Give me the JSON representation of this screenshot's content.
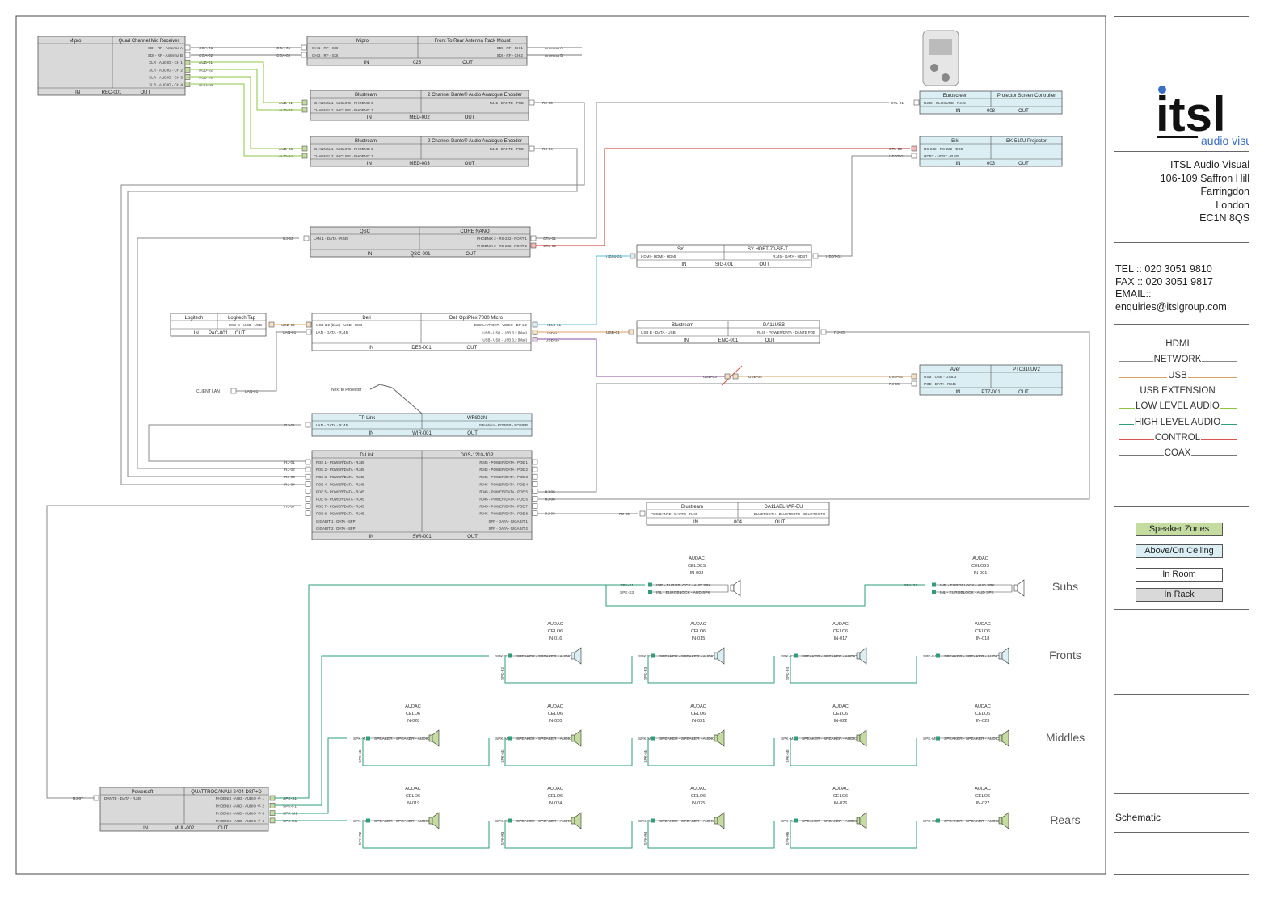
{
  "company": {
    "logo_text": "itsl",
    "logo_sub": "audio visual",
    "name": "ITSL Audio Visual",
    "address1": "106-109 Saffron Hill",
    "address2": "Farringdon",
    "address3": "London",
    "postcode": "EC1N 8QS",
    "tel": "TEL :: 020 3051 9810",
    "fax": "FAX :: 020 3051 9817",
    "email_label": "EMAIL::",
    "email": "enquiries@itslgroup.com"
  },
  "legend": [
    {
      "label": "HDMI",
      "color": "#5bbcd6"
    },
    {
      "label": "NETWORK",
      "color": "#888888"
    },
    {
      "label": "USB",
      "color": "#d9a15f"
    },
    {
      "label": "USB EXTENSION",
      "color": "#8a4d9c"
    },
    {
      "label": "LOW LEVEL AUDIO",
      "color": "#8dc63f"
    },
    {
      "label": "HIGH LEVEL AUDIO",
      "color": "#2e9e7d"
    },
    {
      "label": "CONTROL",
      "color": "#d9534f"
    },
    {
      "label": "COAX",
      "color": "#777777"
    }
  ],
  "zones": [
    {
      "label": "Speaker Zones",
      "fill": "#c5dca0"
    },
    {
      "label": "Above/On Ceiling",
      "fill": "#daeef3"
    },
    {
      "label": "In Room",
      "fill": "#ffffff"
    },
    {
      "label": "In Rack",
      "fill": "#d9d9d9"
    }
  ],
  "sheet_title": "Schematic",
  "zone_labels": [
    "Subs",
    "Fronts",
    "Middles",
    "Rears"
  ],
  "devices": [
    {
      "brand": "Mipro",
      "model": "Quad Channel Mic Receiver",
      "id": "REC-001",
      "io": [
        "IN",
        "OUT"
      ],
      "ports": [
        "SDI - RF - Antenna A",
        "SDI - RF - Antenna B",
        "XLR - AUDIO - CH 1",
        "XLR - AUDIO - CH 2",
        "XLR - AUDIO - CH 3",
        "XLR - AUDIO - CH 4"
      ],
      "tags": [
        "COA-01",
        "COA-02",
        "AUD-01",
        "AUD-02",
        "AUD-03",
        "AUD-04"
      ]
    },
    {
      "brand": "Mipro",
      "model": "Front To Rear Antenna Rack Mount",
      "id": "025",
      "io": [
        "IN",
        "OUT"
      ],
      "in_ports": [
        "CH 1 - RF - SDI",
        "CH 2 - RF - SDI"
      ],
      "in_tags": [
        "COA-01",
        "COA-02"
      ],
      "out_ports": [
        "SDI - RF - CH 1",
        "SDI - RF - CH 2"
      ],
      "out_tags": [
        "Antenna A",
        "Antenna B"
      ]
    },
    {
      "brand": "Blustream",
      "model": "2 Channel Dante® Audio Analogue Encoder",
      "id": "MED-002",
      "io": [
        "IN",
        "OUT"
      ],
      "in_ports": [
        "CHANNEL 1 - MICLINE - PHOENIX 3",
        "CHANNEL 2 - MICLINE - PHOENIX 3"
      ],
      "in_tags": [
        "AUD-01",
        "AUD-02"
      ],
      "out_ports": [
        "RJ45 - DANTE - POE"
      ],
      "out_tags": [
        "RJ-03"
      ]
    },
    {
      "brand": "Blustream",
      "model": "2 Channel Dante® Audio Analogue Encoder",
      "id": "MED-003",
      "io": [
        "IN",
        "OUT"
      ],
      "in_ports": [
        "CHANNEL 1 - MICLINE - PHOENIX 3",
        "CHANNEL 2 - MICLINE - PHOENIX 3"
      ],
      "in_tags": [
        "AUD-03",
        "AUD-04"
      ],
      "out_ports": [
        "RJ45 - DANTE - POE"
      ],
      "out_tags": [
        "RJ-04"
      ]
    },
    {
      "brand": "QSC",
      "model": "CORE NANO",
      "id": "QSC-001",
      "io": [
        "IN",
        "OUT"
      ],
      "in_ports": [
        "LAN 1 - DATA - RJ45"
      ],
      "in_tags": [
        "RJ-02"
      ],
      "out_ports": [
        "PHOENIX 3 - RS-232 - PORT 1",
        "PHOENIX 3 - RS-232 - PORT 2"
      ],
      "out_tags": [
        "CTL-01",
        "CTL-02"
      ]
    },
    {
      "brand": "Logitech",
      "model": "Logitech Tap",
      "id": "PAC-001",
      "io": [
        "IN",
        "OUT"
      ],
      "out_ports": [
        "USB-C - USB - USB"
      ],
      "out_tags": [
        "USB-02"
      ]
    },
    {
      "brand": "Dell",
      "model": "Dell OptiPlex 7080 Micro",
      "id": "DES-001",
      "io": [
        "IN",
        "OUT"
      ],
      "in_ports": [
        "USB 3.2 (blue) - USB - USB",
        "LAN - DATA - RJ45"
      ],
      "in_tags": [
        "USB-02",
        "LAN-01"
      ],
      "out_ports": [
        "DISPLAYPORT - VIDEO - DP 1.2",
        "USB - USB - USB 3.2 (blue)",
        "USB - USB - USB 3.2 (blue)"
      ],
      "out_tags": [
        "HDMI-01",
        "USB-01",
        "USB-03"
      ]
    },
    {
      "brand": "SY",
      "model": "SY HDBT-70-SE-T",
      "id": "SIG-001",
      "io": [
        "IN",
        "OUT"
      ],
      "in_ports": [
        "HDMI - HDMI - HDMI"
      ],
      "in_tags": [
        "HDMI-01"
      ],
      "out_ports": [
        "RJ45 - DATA - HDBT"
      ],
      "out_tags": [
        "HDBT-01"
      ]
    },
    {
      "brand": "Blustream",
      "model": "DA11USB",
      "id": "ENC-001",
      "io": [
        "IN",
        "OUT"
      ],
      "in_ports": [
        "USB B - DATA - USB"
      ],
      "in_tags": [
        "USB-01"
      ],
      "out_ports": [
        "RJ45 - POWER/DATA - DANTE POE"
      ],
      "out_tags": [
        "RJ-05"
      ]
    },
    {
      "brand": "Euroscreen",
      "model": "Projector Screen Controller",
      "id": "008",
      "io": [
        "IN",
        "OUT"
      ],
      "in_ports": [
        "RJ45 - CLOSURE - RJ45"
      ],
      "in_tags": [
        "CTL-01"
      ]
    },
    {
      "brand": "Eiki",
      "model": "EK-510U Projector",
      "id": "003",
      "io": [
        "IN",
        "OUT"
      ],
      "in_ports": [
        "RS-232 - RS-232 - DB9",
        "HDBT - HDBT - RJ45"
      ],
      "in_tags": [
        "CTL-02",
        "HDBT-01"
      ]
    },
    {
      "brand": "Aver",
      "model": "PTC310UV2",
      "id": "PTZ-001",
      "io": [
        "IN",
        "OUT"
      ],
      "in_ports": [
        "USB - USB - USB 3",
        "POE - DATA - RJ45"
      ],
      "in_tags": [
        "USB-04",
        "RJ-05"
      ]
    },
    {
      "brand": "TP Link",
      "model": "WR802N",
      "id": "WIR-001",
      "io": [
        "IN",
        "OUT"
      ],
      "in_ports": [
        "LAN - DATA - RJ45"
      ],
      "in_tags": [
        "RJ-01"
      ],
      "out_ports": [
        "USB-Micro - POWER - POWER"
      ]
    },
    {
      "brand": "D-Link",
      "model": "DGS-1210-10P",
      "id": "SWI-001",
      "io": [
        "IN",
        "OUT"
      ],
      "in_ports": [
        "POE 1 - POWER/DATA - RJ45",
        "POE 2 - POWER/DATA - RJ45",
        "POE 3 - POWER/DATA - RJ45",
        "POE 4 - POWER/DATA - RJ45",
        "POE 5 - POWER/DATA - RJ45",
        "POE 6 - POWER/DATA - RJ45",
        "POE 7 - POWER/DATA - RJ45",
        "POE 8 - POWER/DATA - RJ45",
        "GIGABIT 1 - DATA - SFP",
        "GIGABIT 2 - DATA - SFP"
      ],
      "in_tags": [
        "RJ-01",
        "RJ-02",
        "RJ-03",
        "RJ-04",
        "",
        "",
        "RJ-07",
        ""
      ],
      "out_ports": [
        "RJ45 - POWER/DATA - POE 1",
        "RJ45 - POWER/DATA - POE 2",
        "RJ45 - POWER/DATA - POE 3",
        "RJ45 - POWER/DATA - POE 4",
        "RJ45 - POWER/DATA - POE 5",
        "RJ45 - POWER/DATA - POE 6",
        "RJ45 - POWER/DATA - POE 7",
        "RJ45 - POWER/DATA - POE 8",
        "SFP - DATA - GIGABIT 1",
        "SFP - DATA - GIGABIT 2"
      ],
      "out_tags": [
        "",
        "",
        "",
        "",
        "RJ-05",
        "RJ-06",
        "",
        "RJ-08"
      ]
    },
    {
      "brand": "Blustream",
      "model": "DA11ABL-WP-EU",
      "id": "004",
      "io": [
        "IN",
        "OUT"
      ],
      "in_ports": [
        "POE/DANTE - DANTE - RJ45"
      ],
      "in_tags": [
        "RJ-08"
      ],
      "out_ports": [
        "BLUETOOTH - BLUETOOTH - BLUETOOTH"
      ]
    },
    {
      "brand": "Powersoft",
      "model": "QUATTROCANALI 2404 DSP+D",
      "id": "MUL-002",
      "io": [
        "IN",
        "OUT"
      ],
      "in_ports": [
        "DANTE - DATA - RJ45"
      ],
      "in_tags": [
        "RJ-07"
      ],
      "out_ports": [
        "PHOENIX - AUD - AUDIO +/- 1",
        "PHOENIX - AUD - AUDIO +/- 2",
        "PHOENIX - AUD - AUDIO +/- 3",
        "PHOENIX - AUD - AUDIO +/- 4"
      ],
      "out_tags": [
        "SPK-S1",
        "SPK-F1",
        "SPK-M1",
        "SPK-R1"
      ]
    }
  ],
  "labels": {
    "client_lan": "CLIENT LAN",
    "lan01": "LAN-01",
    "next_to_projector": "Next to Projector",
    "usb03": "USB-03",
    "usb04": "USB-04",
    "rj06": "RJ-06"
  },
  "speakers": {
    "subs": [
      {
        "brand": "AUDAC",
        "model": "CELO8S",
        "id": "IN-002",
        "tag": "SPK-S1",
        "tag2": "SPK-S3",
        "port1": "INR - EUROBLOCK - AUD SPK",
        "port2": "INL - EUROBLOCK - AUD SPK"
      },
      {
        "brand": "AUDAC",
        "model": "CELO8S",
        "id": "IN-001",
        "tag": "SPK-S2",
        "port1": "INR - EUROBLOCK - AUD SPK",
        "port2": "INL - EUROBLOCK - AUD SPK"
      }
    ],
    "fronts": [
      {
        "brand": "AUDAC",
        "model": "CELO6",
        "id": "IN-016",
        "tag": "SPK-F1",
        "vtag": "SPK-F2"
      },
      {
        "brand": "AUDAC",
        "model": "CELO6",
        "id": "IN-015",
        "tag": "SPK-F2",
        "vtag": "SPK-F3"
      },
      {
        "brand": "AUDAC",
        "model": "CELO6",
        "id": "IN-017",
        "tag": "SPK-F3",
        "vtag": "SPK-F4"
      },
      {
        "brand": "AUDAC",
        "model": "CELO6",
        "id": "IN-018",
        "tag": "SPK-F4"
      }
    ],
    "middles": [
      {
        "brand": "AUDAC",
        "model": "CELO6",
        "id": "IN-028",
        "tag": "SPK-M1",
        "vtag": "SPK-M2"
      },
      {
        "brand": "AUDAC",
        "model": "CELO6",
        "id": "IN-020",
        "tag": "SPK-M2",
        "vtag": "SPK-M3"
      },
      {
        "brand": "AUDAC",
        "model": "CELO6",
        "id": "IN-021",
        "tag": "SPK-M3",
        "vtag": "SPK-M4"
      },
      {
        "brand": "AUDAC",
        "model": "CELO6",
        "id": "IN-022",
        "tag": "SPK-M4",
        "vtag": "SPK-M5"
      },
      {
        "brand": "AUDAC",
        "model": "CELO6",
        "id": "IN-023",
        "tag": "SPK-M5"
      }
    ],
    "rears": [
      {
        "brand": "AUDAC",
        "model": "CELO6",
        "id": "IN-019",
        "tag": "SPK-R1",
        "vtag": "SPK-R2"
      },
      {
        "brand": "AUDAC",
        "model": "CELO6",
        "id": "IN-024",
        "tag": "SPK-R2",
        "vtag": "SPK-R3"
      },
      {
        "brand": "AUDAC",
        "model": "CELO6",
        "id": "IN-025",
        "tag": "SPK-R3",
        "vtag": "SPK-R4"
      },
      {
        "brand": "AUDAC",
        "model": "CELO6",
        "id": "IN-026",
        "tag": "SPK-R4",
        "vtag": "SPK-R5"
      },
      {
        "brand": "AUDAC",
        "model": "CELO6",
        "id": "IN-027",
        "tag": "SPK-R5"
      }
    ],
    "port": "SPEAKER - SPEAKER - AUDIO"
  }
}
